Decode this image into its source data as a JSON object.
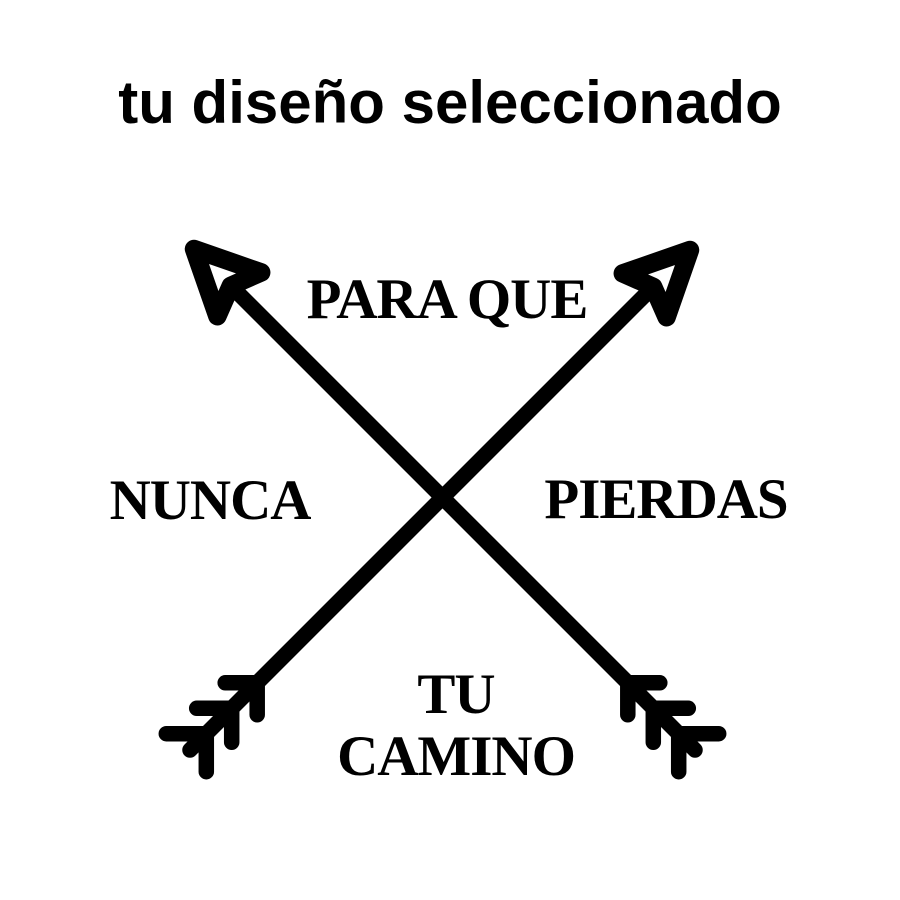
{
  "colors": {
    "ink": "#000000",
    "background": "#ffffff"
  },
  "header": {
    "title": "tu diseño seleccionado"
  },
  "design_preview": {
    "graphic": "two-crossed-arrows",
    "phrases": {
      "top": "PARA QUE",
      "left": "NUNCA",
      "right": "PIERDAS",
      "bottom_line_1": "TU",
      "bottom_line_2": "CAMINO"
    }
  }
}
